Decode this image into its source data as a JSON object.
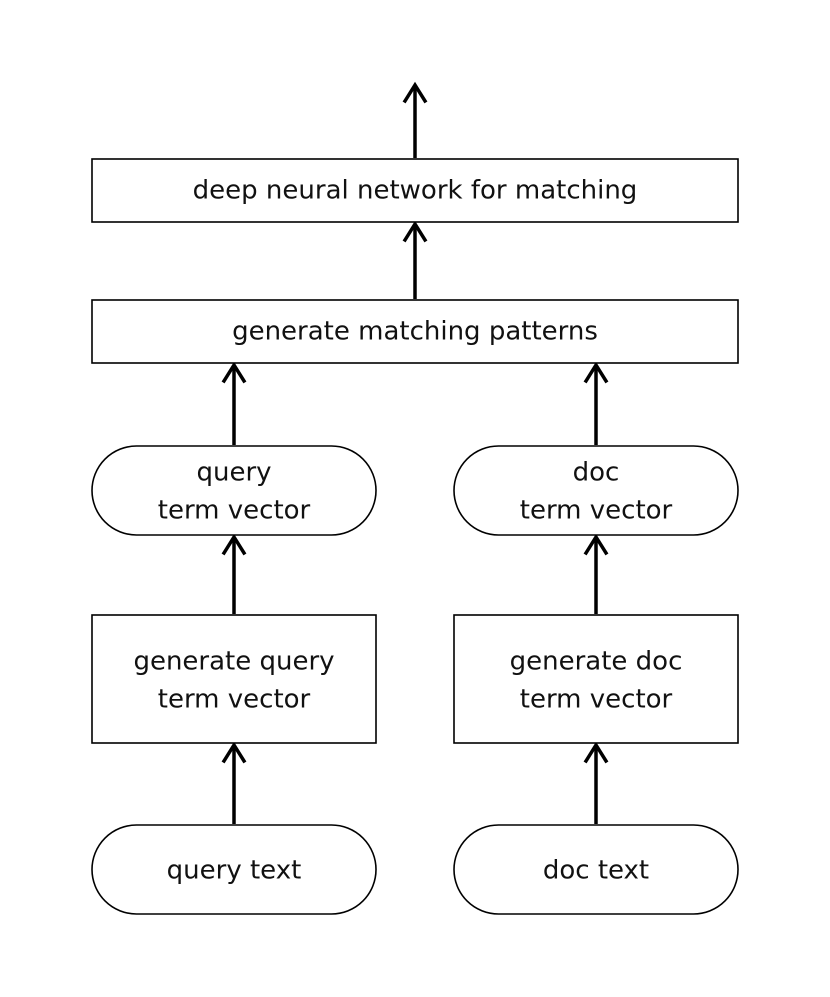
{
  "nodes": {
    "dnn": {
      "label": "deep neural network for matching"
    },
    "patterns": {
      "label": "generate matching patterns"
    },
    "query_vector": {
      "line1": "query",
      "line2": "term vector"
    },
    "doc_vector": {
      "line1": "doc",
      "line2": "term vector"
    },
    "gen_query": {
      "line1": "generate query",
      "line2": "term vector"
    },
    "gen_doc": {
      "line1": "generate doc",
      "line2": "term vector"
    },
    "query_text": {
      "label": "query text"
    },
    "doc_text": {
      "label": "doc text"
    }
  },
  "edges": [
    {
      "from": "query_text",
      "to": "gen_query"
    },
    {
      "from": "doc_text",
      "to": "gen_doc"
    },
    {
      "from": "gen_query",
      "to": "query_vector"
    },
    {
      "from": "gen_doc",
      "to": "doc_vector"
    },
    {
      "from": "query_vector",
      "to": "patterns"
    },
    {
      "from": "doc_vector",
      "to": "patterns"
    },
    {
      "from": "patterns",
      "to": "dnn"
    },
    {
      "from": "dnn",
      "to": ""
    }
  ]
}
